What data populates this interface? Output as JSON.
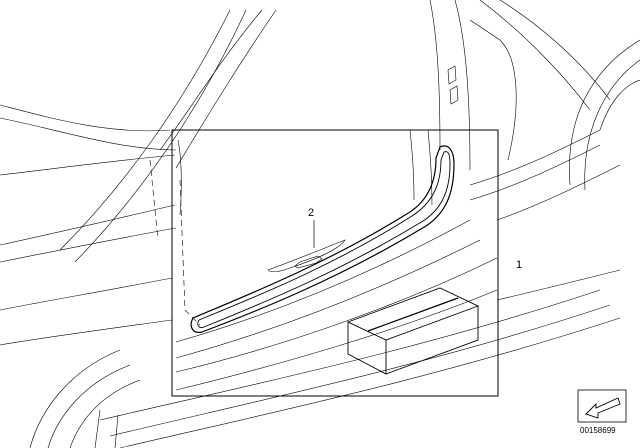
{
  "diagram": {
    "callouts": [
      {
        "id": "1",
        "label": "1"
      },
      {
        "id": "2",
        "label": "2"
      }
    ],
    "document_number": "00158699",
    "colors": {
      "line": "#000000",
      "background": "#ffffff"
    },
    "icons": [
      "arrow-stamp-icon"
    ]
  }
}
